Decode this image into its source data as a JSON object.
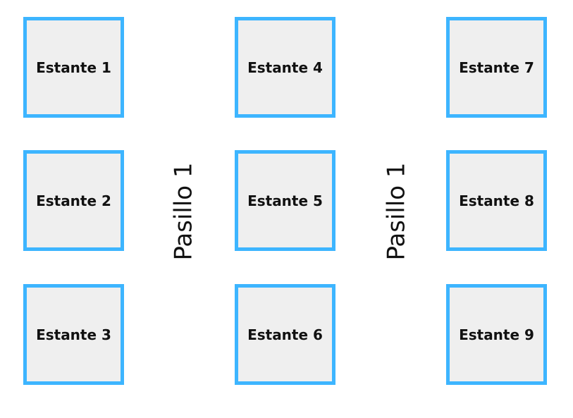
{
  "shelves": [
    {
      "label": "Estante 1"
    },
    {
      "label": "Estante 2"
    },
    {
      "label": "Estante 3"
    },
    {
      "label": "Estante 4"
    },
    {
      "label": "Estante 5"
    },
    {
      "label": "Estante 6"
    },
    {
      "label": "Estante 7"
    },
    {
      "label": "Estante 8"
    },
    {
      "label": "Estante 9"
    }
  ],
  "aisles": [
    {
      "label": "Pasillo 1"
    },
    {
      "label": "Pasillo 1"
    }
  ],
  "colors": {
    "shelf_border": "#3db5ff",
    "shelf_fill": "#efefef",
    "text": "#111111"
  }
}
